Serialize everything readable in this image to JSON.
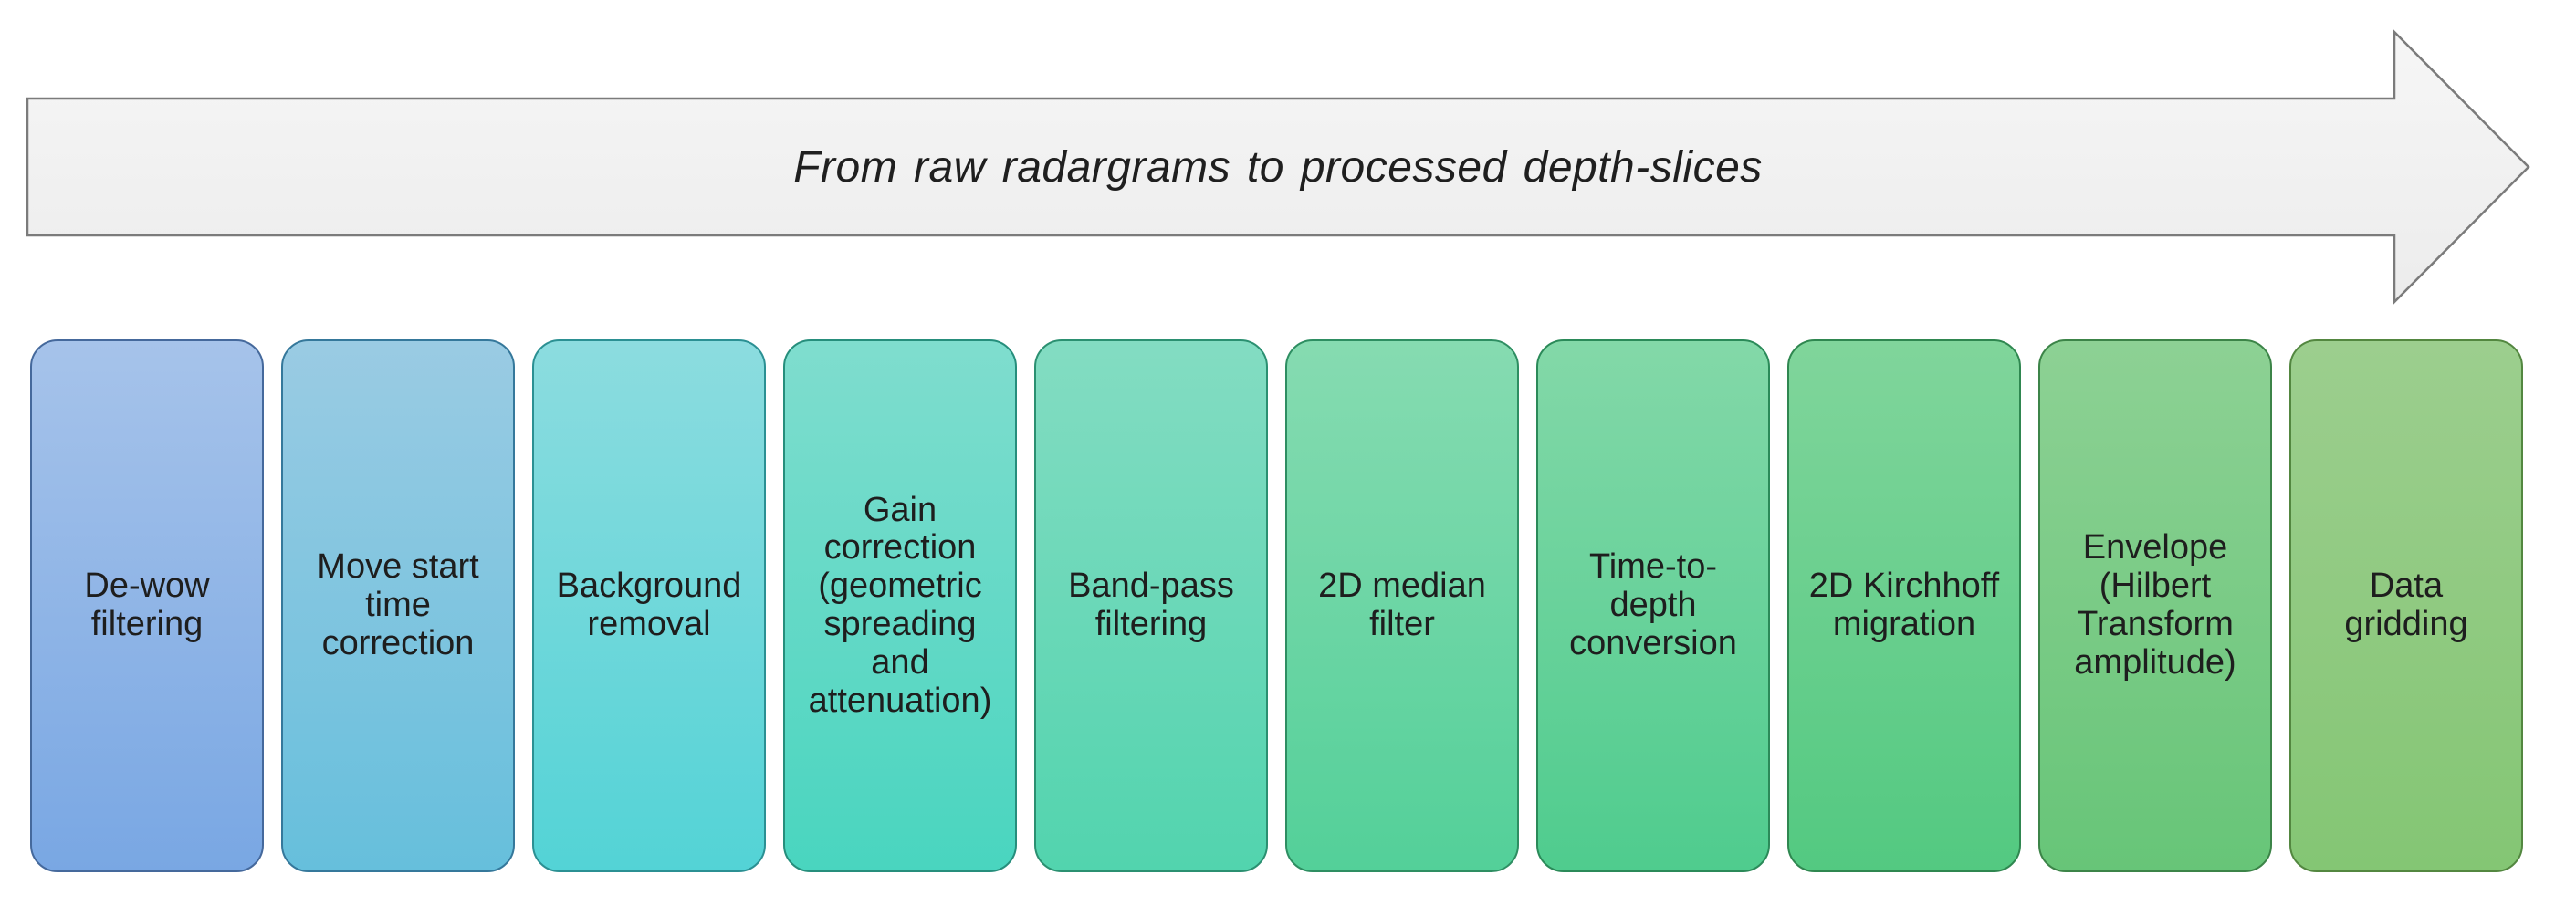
{
  "banner": {
    "title": "From raw radargrams to processed depth-slices",
    "fill_top": "#F6F6F6",
    "fill_bottom": "#ECECEC",
    "stroke": "#7B7B7B",
    "text_color": "#1F1F1F"
  },
  "steps": [
    {
      "label": "De-wow filtering",
      "top": "#A6C3EA",
      "bottom": "#79A7E3",
      "border": "#45699C"
    },
    {
      "label": "Move start time correction",
      "top": "#9ACBE3",
      "bottom": "#66BFDC",
      "border": "#35789B"
    },
    {
      "label": "Background removal",
      "top": "#8CDCDF",
      "bottom": "#53D3D6",
      "border": "#2B9093"
    },
    {
      "label": "Gain correction (geometric spreading and attenuation)",
      "top": "#7FDDCE",
      "bottom": "#49D5BF",
      "border": "#268E7C"
    },
    {
      "label": "Band-pass filtering",
      "top": "#83DCC2",
      "bottom": "#52D4AE",
      "border": "#2B9071"
    },
    {
      "label": "2D median filter",
      "top": "#86DBB1",
      "bottom": "#53D099",
      "border": "#2E8E62"
    },
    {
      "label": "Time-to-depth conversion",
      "top": "#83D8A8",
      "bottom": "#4FCC8E",
      "border": "#2B8A59"
    },
    {
      "label": "2D Kirchhoff migration",
      "top": "#80D59B",
      "bottom": "#53C981",
      "border": "#2F8750"
    },
    {
      "label": "Envelope (Hilbert Transform amplitude)",
      "top": "#8DD194",
      "bottom": "#67C578",
      "border": "#3C8448"
    },
    {
      "label": "Data gridding",
      "top": "#9CCE8E",
      "bottom": "#84C674",
      "border": "#538740"
    }
  ],
  "text_color": "#1E1E1E"
}
